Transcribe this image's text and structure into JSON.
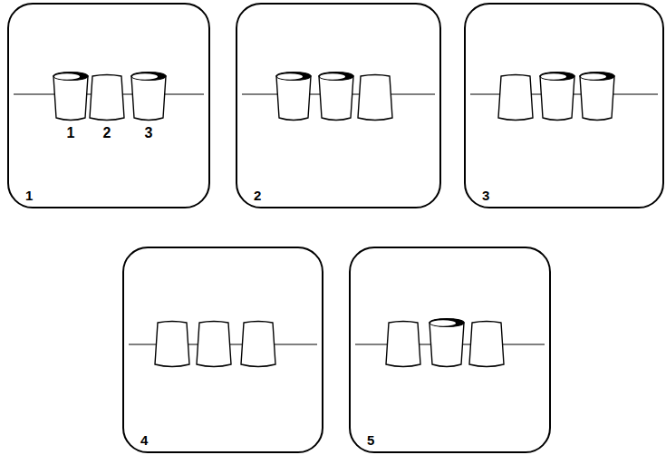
{
  "diagram": {
    "nodes": [
      {
        "text": [
          "1"
        ]
      },
      {
        "text": [
          "2"
        ]
      },
      {
        "text": [
          "3"
        ]
      },
      {
        "text": [
          "4"
        ]
      },
      {
        "text": [
          "5"
        ]
      }
    ],
    "labels": [
      "1",
      "2",
      "3"
    ]
  }
}
